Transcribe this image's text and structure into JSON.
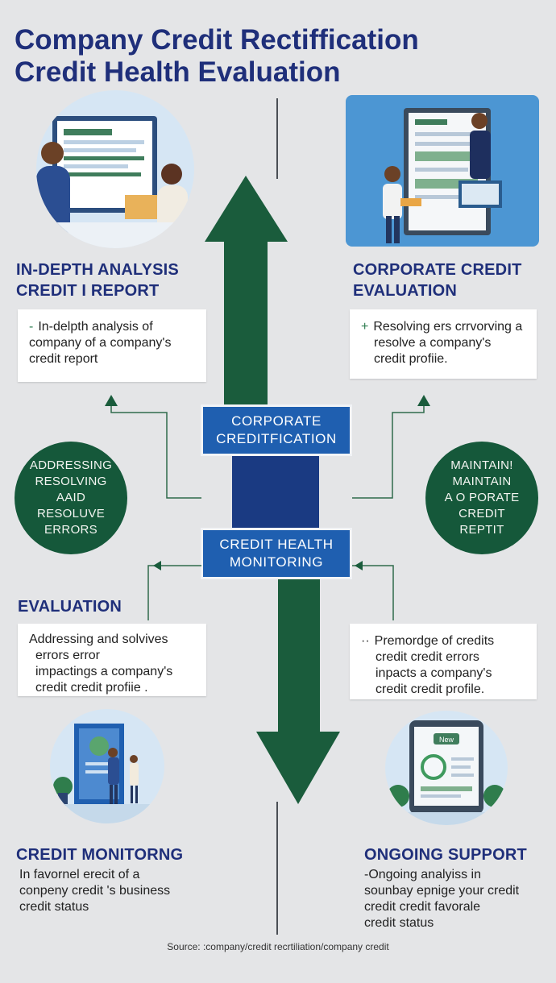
{
  "title": {
    "line1": "Company Credit Rectiffication",
    "line2": "Credit Health Evaluation"
  },
  "sections": {
    "top_left": {
      "heading": [
        "IN-DEPTH ANALYSIS",
        "CREDIT I REPORT"
      ],
      "card_lines": [
        "In-delpth analysis of",
        "company of a company's",
        "credit report"
      ]
    },
    "top_right": {
      "heading": [
        "CORPORATE CREDIT",
        "EVALUATION"
      ],
      "card_lines": [
        "Resolving ers crrvorving a",
        "resolve a  company's",
        "credit profiie."
      ]
    },
    "mid_left": {
      "heading": "EVALUATION",
      "card_lines": [
        "Addressing and solvives",
        "errors error",
        "impactings a company's",
        "credit credit profiie ."
      ]
    },
    "mid_right": {
      "card_lines": [
        "Premordge of credits",
        "credit credit errors",
        "inpacts a company's",
        "credit credit profile."
      ]
    },
    "bottom_left": {
      "heading": "CREDIT MONITORNG",
      "lines": [
        "In favornel erecit of a",
        "conpeny credit 's business",
        "credit status"
      ]
    },
    "bottom_right": {
      "heading": "ONGOING SUPPORT",
      "lines": [
        "-Ongoing analyiss in",
        "sounbay epnige your credit",
        "credit credit favorale",
        "credit status"
      ]
    }
  },
  "circles": {
    "left": [
      "ADDRESSING",
      "RESOLVING",
      "AAID RESOLUVE",
      "ERRORS"
    ],
    "right": [
      "MAINTAIN!",
      "MAINTAIN",
      "A O PORATE",
      "CREDIT REPTIT"
    ]
  },
  "center_boxes": {
    "upper": [
      "CORPORATE",
      "CREDITFICATION"
    ],
    "lower": [
      "CREDIT HEALTH",
      "MONITORING"
    ]
  },
  "screen_badge": "New",
  "source": "Source: :company/credit recrtiliation/company credit",
  "colors": {
    "title": "#1f2f7a",
    "arrow_green": "#1a5c3c",
    "circle_green": "#15583a",
    "box_blue": "#1f5fb0",
    "bar_navy": "#1a3a82",
    "background": "#e4e5e7"
  }
}
